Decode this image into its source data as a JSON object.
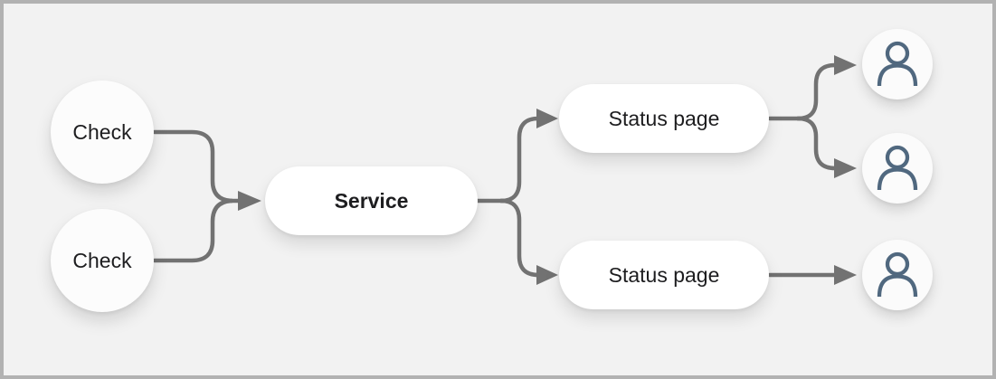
{
  "diagram": {
    "colors": {
      "background": "#f2f2f2",
      "frame_border": "#b2b2b2",
      "connector": "#727272",
      "node_fill": "#ffffff",
      "circle_fill": "#fcfcfc",
      "text": "#1d1d1f",
      "person_icon": "#50687f"
    },
    "nodes": {
      "check_1": {
        "label": "Check",
        "shape": "circle"
      },
      "check_2": {
        "label": "Check",
        "shape": "circle"
      },
      "service": {
        "label": "Service",
        "shape": "pill",
        "emphasis": "bold"
      },
      "status_page_1": {
        "label": "Status page",
        "shape": "pill"
      },
      "status_page_2": {
        "label": "Status page",
        "shape": "pill"
      },
      "user_1": {
        "icon": "person-icon"
      },
      "user_2": {
        "icon": "person-icon"
      },
      "user_3": {
        "icon": "person-icon"
      }
    },
    "edges": [
      {
        "from": "check_1",
        "to": "service"
      },
      {
        "from": "check_2",
        "to": "service"
      },
      {
        "from": "service",
        "to": "status_page_1"
      },
      {
        "from": "service",
        "to": "status_page_2"
      },
      {
        "from": "status_page_1",
        "to": "user_1"
      },
      {
        "from": "status_page_1",
        "to": "user_2"
      },
      {
        "from": "status_page_2",
        "to": "user_3"
      }
    ]
  }
}
